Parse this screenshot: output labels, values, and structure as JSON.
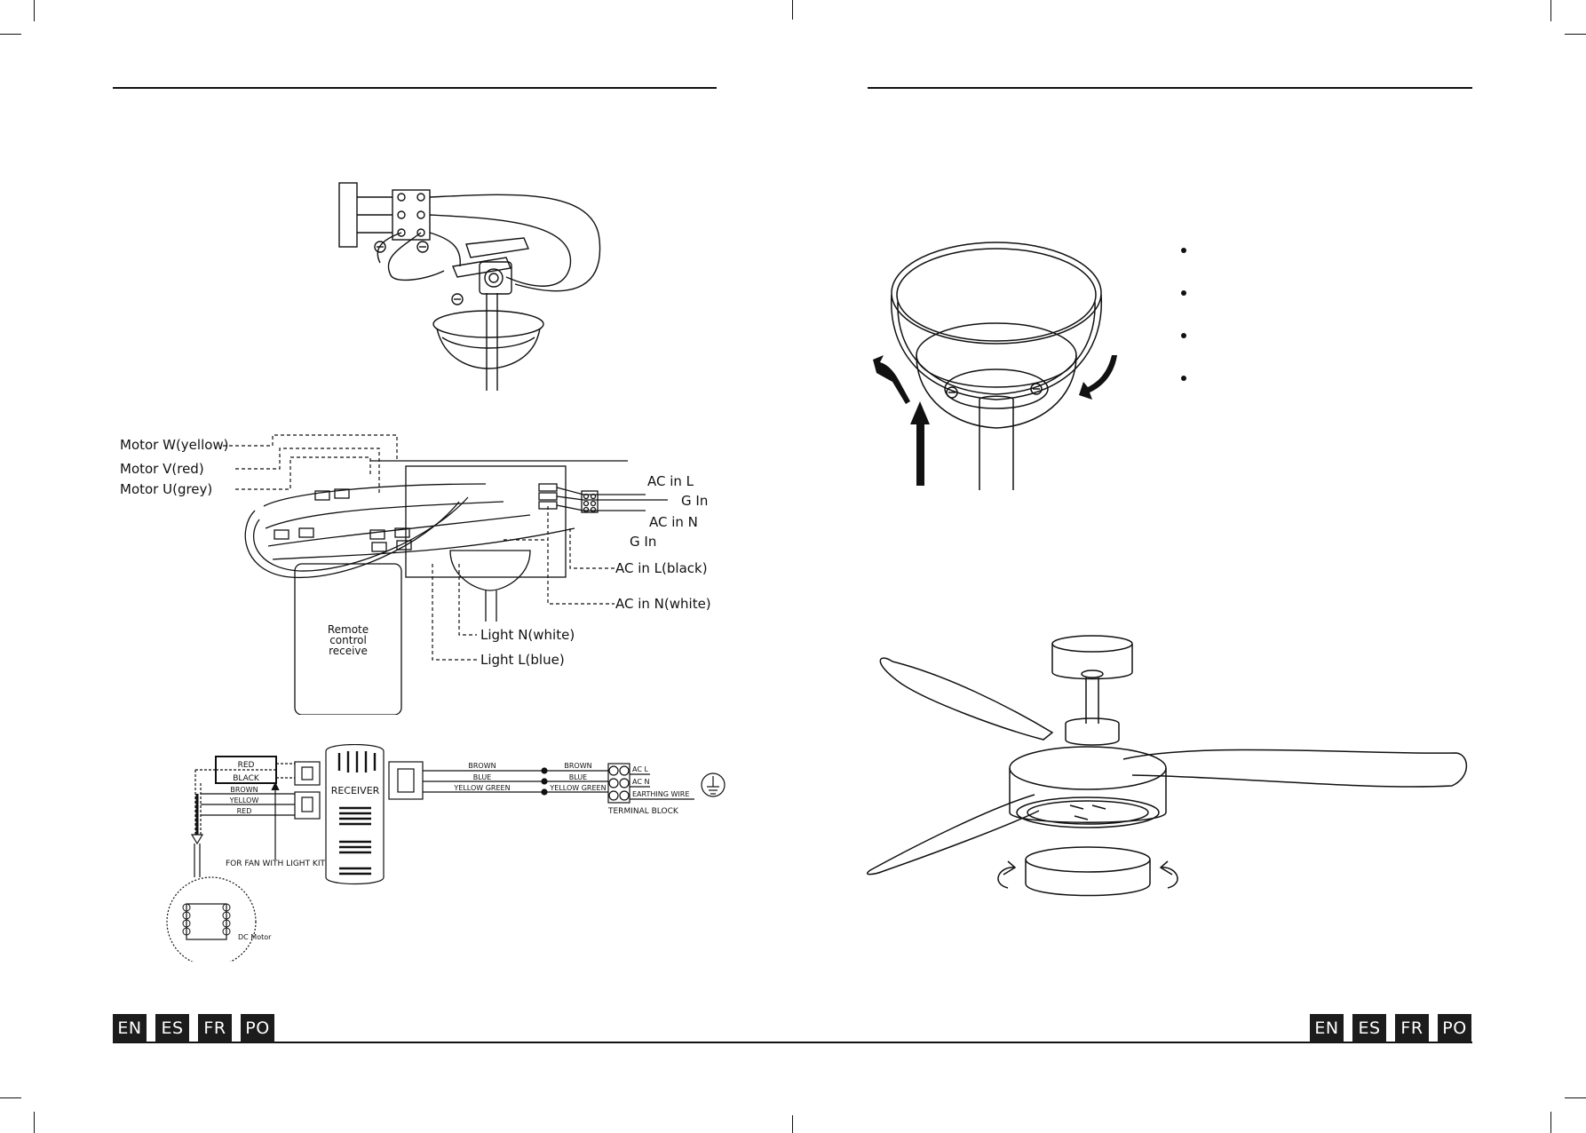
{
  "languages": [
    "EN",
    "ES",
    "FR",
    "PO"
  ],
  "fig_wiring_harness": {
    "left_labels": [
      "Motor W(yellow)",
      "Motor V(red)",
      "Motor U(grey)"
    ],
    "right_labels": [
      "AC in L",
      "G In",
      "AC in N",
      "G In",
      "AC in L(black)",
      "AC in N(white)",
      "Light N(white)",
      "Light L(blue)"
    ],
    "remote_label": [
      "Remote",
      "control",
      "receive"
    ]
  },
  "fig_schematic": {
    "wire_labels_left": [
      "RED",
      "BLACK",
      "BROWN",
      "YELLOW",
      "RED"
    ],
    "receiver": "RECEIVER",
    "wire_labels_mid": [
      "BROWN",
      "BLUE",
      "YELLOW GREEN"
    ],
    "wire_labels_right": [
      "BROWN",
      "BLUE",
      "YELLOW GREEN"
    ],
    "terminal_labels": [
      "AC L",
      "AC N",
      "EARTHING WIRE"
    ],
    "terminal_block": "TERMINAL BLOCK",
    "light_kit_note": "FOR FAN WITH LIGHT KIT",
    "motor": "DC Motor"
  }
}
